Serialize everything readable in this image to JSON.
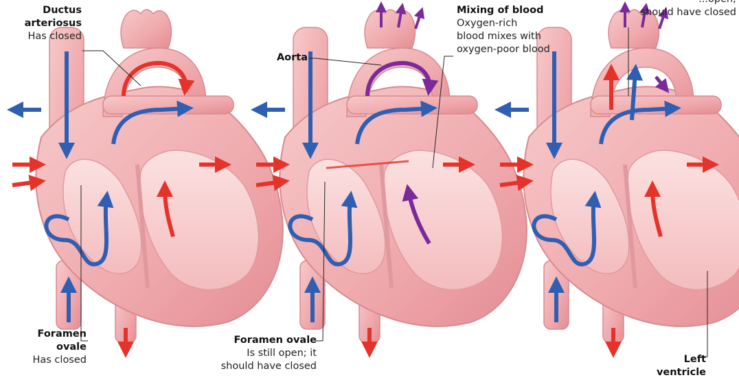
{
  "panels": [
    {
      "ductus_title_1": "Ductus",
      "ductus_title_2": "arteriosus",
      "ductus_desc": "Has closed",
      "foramen_title_1": "Foramen",
      "foramen_title_2": "ovale",
      "foramen_desc": "Has closed"
    },
    {
      "aorta_title": "Aorta",
      "mixing_title": "Mixing of blood",
      "mixing_desc_1": "Oxygen-rich",
      "mixing_desc_2": "blood mixes with",
      "mixing_desc_3": "oxygen-poor blood",
      "foramen_title": "Foramen ovale",
      "foramen_desc_1": "Is still open; it",
      "foramen_desc_2": "should have closed"
    },
    {
      "top_desc_1": "...open;",
      "top_desc_2": "should have closed",
      "lv_title_1": "Left",
      "lv_title_2": "ventricle"
    }
  ],
  "colors": {
    "oxygen_rich": "#e5332a",
    "oxygen_poor": "#2f5fb3",
    "mixed": "#7a2a9a",
    "tissue": "#f2b3b6"
  }
}
